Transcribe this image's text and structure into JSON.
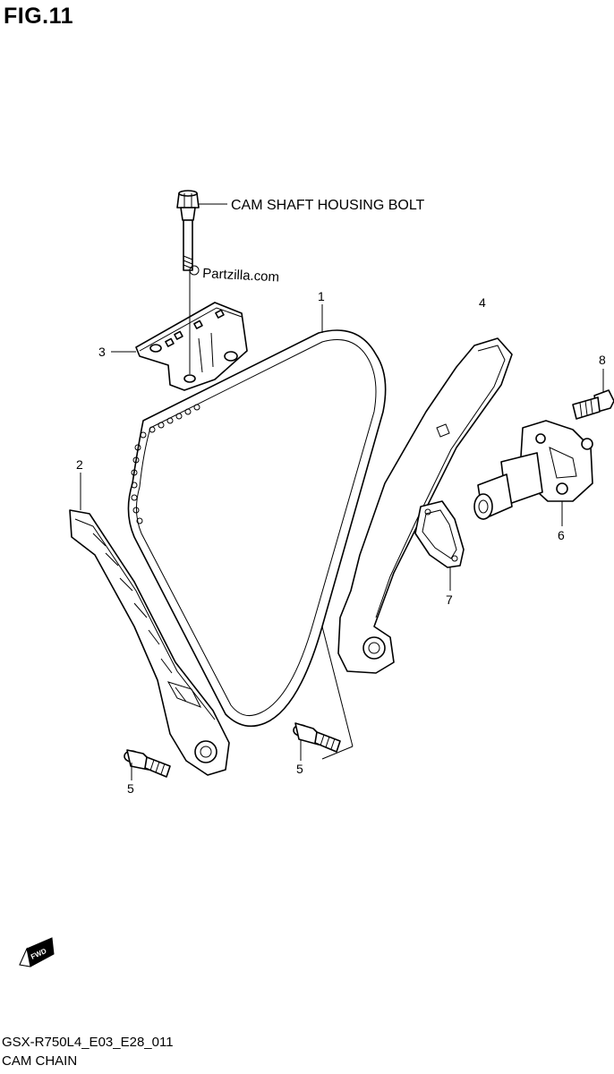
{
  "figure": {
    "title": "FIG.11"
  },
  "watermark": {
    "text": "Partzilla.com"
  },
  "labels": {
    "bolt_name": "CAM SHAFT HOUSING BOLT",
    "fwd": "FWD"
  },
  "callouts": {
    "c1": "1",
    "c2": "2",
    "c3": "3",
    "c4": "4",
    "c5a": "5",
    "c5b": "5",
    "c6": "6",
    "c7": "7",
    "c8": "8"
  },
  "footer": {
    "code": "GSX-R750L4_E03_E28_011",
    "name": "CAM CHAIN"
  }
}
